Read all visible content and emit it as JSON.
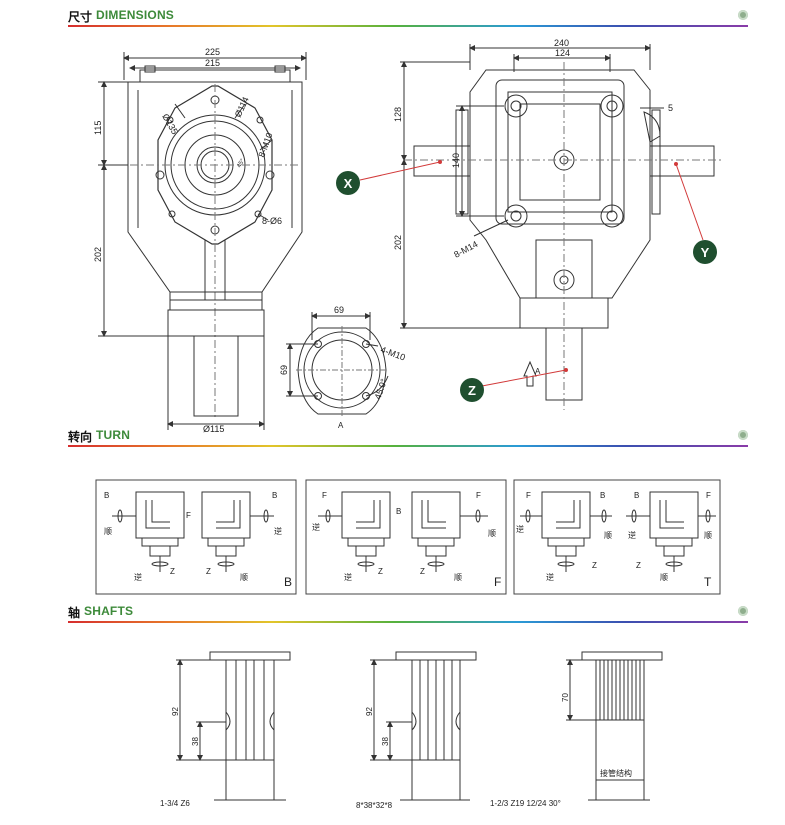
{
  "sections": {
    "dimensions": {
      "cn": "尺寸",
      "en": "DIMENSIONS"
    },
    "turn": {
      "cn": "转向",
      "en": "TURN"
    },
    "shafts": {
      "cn": "轴",
      "en": "SHAFTS"
    }
  },
  "dims_front": {
    "w225": "225",
    "w215": "215",
    "d135": "Ø135",
    "d114": "Ø114",
    "m10": "8-M10",
    "d6": "8-Ø6",
    "angle": "45°",
    "h115": "115",
    "h202": "202",
    "d115": "Ø115"
  },
  "dims_flange": {
    "w69": "69",
    "h69": "69",
    "m10": "4-M10",
    "angle": "45.0°",
    "a": "A"
  },
  "dims_top": {
    "w240": "240",
    "w124": "124",
    "five": "5",
    "h128": "128",
    "h140": "140",
    "h202": "202",
    "m14": "8-M14",
    "arrow_a": "A"
  },
  "markers": {
    "x": "X",
    "y": "Y",
    "z": "Z"
  },
  "turn_panels": [
    {
      "code": "B",
      "p1_top": "B",
      "p1_right": "F",
      "p2_top": "B",
      "p1_left": "顺",
      "p2_right": "逆",
      "p1_b1": "逆",
      "p1_b2": "Z",
      "p2_b1": "Z",
      "p2_b2": "顺"
    },
    {
      "code": "F",
      "p1_top": "F",
      "p1_right": "B",
      "p2_top": "F",
      "p1_left": "逆",
      "p2_right": "顺",
      "p1_b1": "逆",
      "p1_b2": "Z",
      "p2_b1": "Z",
      "p2_b2": "顺"
    },
    {
      "code": "T",
      "p1_top": "F",
      "p1_right": "B",
      "p2_top": "B",
      "p2_left_top": "B",
      "p2_right_top": "F",
      "p1_left": "逆",
      "p1_right_side": "顺",
      "p2_left": "逆",
      "p2_right": "顺",
      "p1_b1": "逆",
      "p1_b2": "Z",
      "p2_b1": "Z",
      "p2_b2": "顺"
    }
  ],
  "shafts": [
    {
      "h_total": "92",
      "h_part": "38",
      "label": "1-3/4 Z6"
    },
    {
      "h_total": "92",
      "h_part": "38",
      "label": "8*38*32*8"
    },
    {
      "h_total": "70",
      "note": "接管结构",
      "label": "1-2/3 Z19 12/24 30°"
    }
  ],
  "colors": {
    "accent_green": "#3d8a3a",
    "marker_fill": "#1f4f2f",
    "leader_red": "#d23a3a"
  }
}
